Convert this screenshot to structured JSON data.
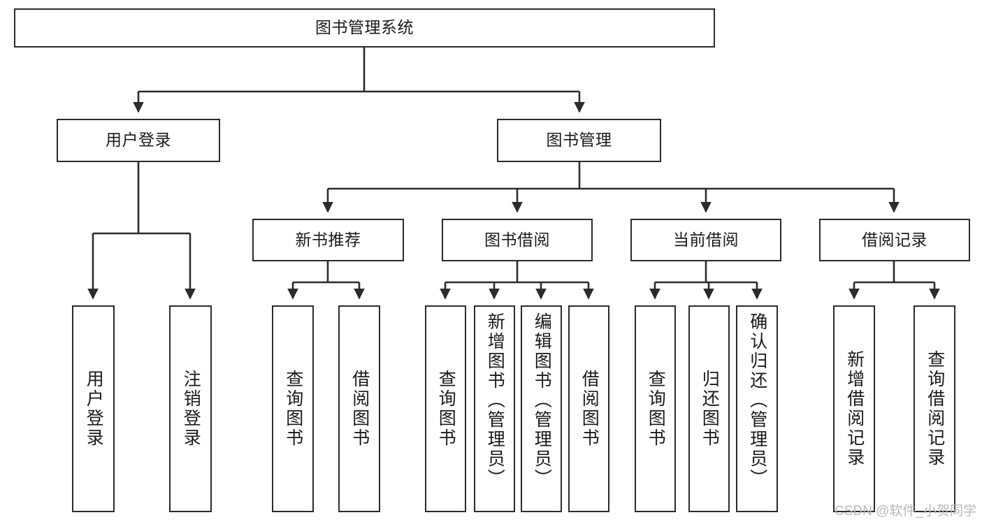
{
  "diagram": {
    "type": "tree-hierarchy-flowchart",
    "title": "图书管理系统",
    "line_color": "#2b2b2b",
    "box_fill": "#ffffff",
    "text_color": "#1a1a1a",
    "root": {
      "id": "root",
      "label": "图书管理系统"
    },
    "level2": [
      {
        "id": "user-login",
        "label": "用户登录"
      },
      {
        "id": "book-manage",
        "label": "图书管理"
      }
    ],
    "level3": [
      {
        "id": "new-book-rec",
        "label": "新书推荐",
        "parent": "book-manage"
      },
      {
        "id": "book-borrow",
        "label": "图书借阅",
        "parent": "book-manage"
      },
      {
        "id": "current-borrow",
        "label": "当前借阅",
        "parent": "book-manage"
      },
      {
        "id": "borrow-record",
        "label": "借阅记录",
        "parent": "book-manage"
      }
    ],
    "leaves": [
      {
        "id": "leaf-user-login",
        "label": "用户登录",
        "parent": "user-login"
      },
      {
        "id": "leaf-logout",
        "label": "注销登录",
        "parent": "user-login"
      },
      {
        "id": "leaf-query-book-1",
        "label": "查询图书",
        "parent": "new-book-rec"
      },
      {
        "id": "leaf-borrow-book-1",
        "label": "借阅图书",
        "parent": "new-book-rec"
      },
      {
        "id": "leaf-query-book-2",
        "label": "查询图书",
        "parent": "book-borrow"
      },
      {
        "id": "leaf-add-book",
        "label": "新增图书（管理员）",
        "parent": "book-borrow"
      },
      {
        "id": "leaf-edit-book",
        "label": "编辑图书（管理员）",
        "parent": "book-borrow"
      },
      {
        "id": "leaf-borrow-book-2",
        "label": "借阅图书",
        "parent": "book-borrow"
      },
      {
        "id": "leaf-query-book-3",
        "label": "查询图书",
        "parent": "current-borrow"
      },
      {
        "id": "leaf-return-book",
        "label": "归还图书",
        "parent": "current-borrow"
      },
      {
        "id": "leaf-confirm-return",
        "label": "确认归还（管理员）",
        "parent": "current-borrow"
      },
      {
        "id": "leaf-add-record",
        "label": "新增借阅记录",
        "parent": "borrow-record"
      },
      {
        "id": "leaf-query-record",
        "label": "查询借阅记录",
        "parent": "borrow-record"
      }
    ]
  },
  "watermark": {
    "text": "CSDN @软件_小贺同学"
  }
}
